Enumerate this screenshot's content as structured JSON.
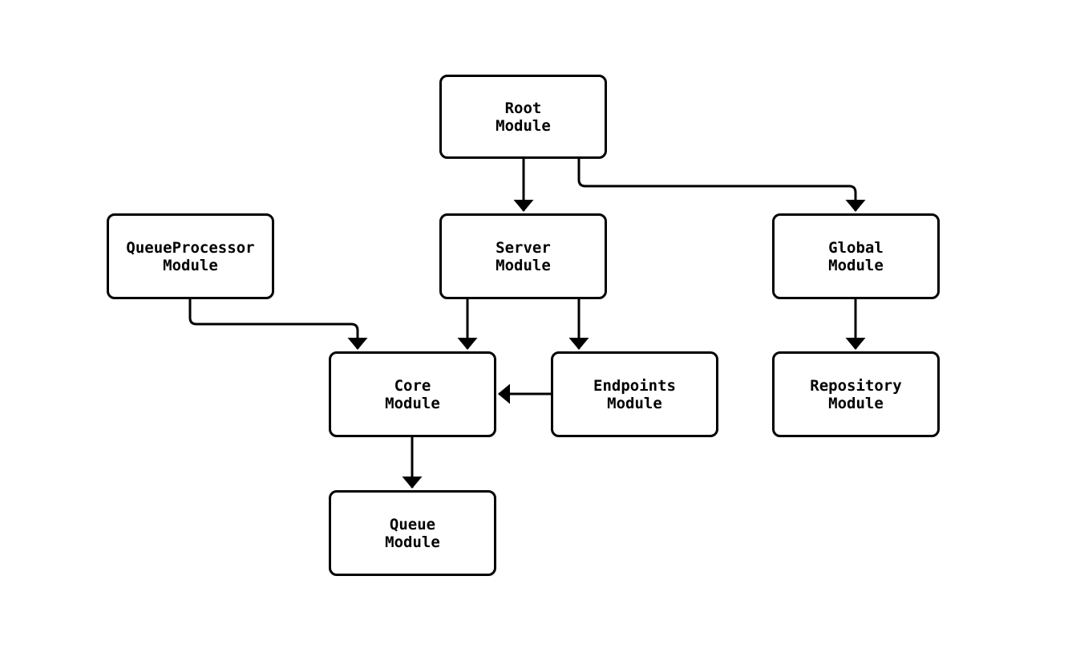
{
  "diagram": {
    "type": "flowchart",
    "orientation": "top-down",
    "background_color": "#ffffff",
    "line_color": "#000000",
    "node_fill_color": "#ffffff",
    "node_border_color": "#000000",
    "text_color": "#000000",
    "nodes": [
      {
        "id": "root",
        "label": "Root\nModule"
      },
      {
        "id": "queueprocessor",
        "label": "QueueProcessor\nModule"
      },
      {
        "id": "server",
        "label": "Server\nModule"
      },
      {
        "id": "global",
        "label": "Global\nModule"
      },
      {
        "id": "core",
        "label": "Core\nModule"
      },
      {
        "id": "endpoints",
        "label": "Endpoints\nModule"
      },
      {
        "id": "repository",
        "label": "Repository\nModule"
      },
      {
        "id": "queue",
        "label": "Queue\nModule"
      }
    ],
    "edges": [
      {
        "from": "root",
        "to": "server"
      },
      {
        "from": "root",
        "to": "global"
      },
      {
        "from": "queueprocessor",
        "to": "core"
      },
      {
        "from": "server",
        "to": "core"
      },
      {
        "from": "server",
        "to": "endpoints"
      },
      {
        "from": "endpoints",
        "to": "core"
      },
      {
        "from": "core",
        "to": "queue"
      },
      {
        "from": "global",
        "to": "repository"
      }
    ]
  }
}
